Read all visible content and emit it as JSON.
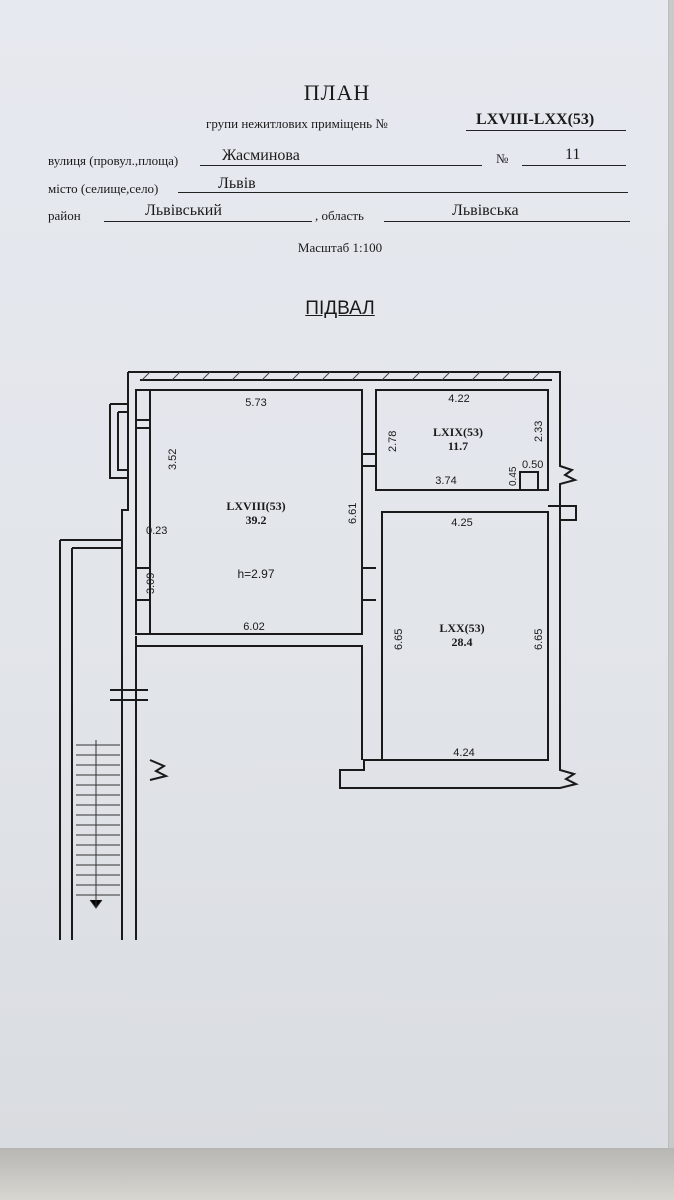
{
  "title": "ПЛАН",
  "group": {
    "label": "групи нежитлових приміщень №",
    "value": "LXVIII-LXX(53)"
  },
  "street": {
    "label": "вулиця (провул.,площа)",
    "value": "Жасминова",
    "number_label": "№",
    "number": "11"
  },
  "city": {
    "label": "місто (селище,село)",
    "value": "Львів"
  },
  "district": {
    "label": "район",
    "value": "Львівський",
    "region_label": ", область",
    "region": "Львівська"
  },
  "scale": "Масштаб 1:100",
  "floor": "ПІДВАЛ",
  "rooms": {
    "r68": {
      "name": "LXVIII(53)",
      "area": "39.2",
      "height": "h=2.97"
    },
    "r69": {
      "name": "LXIX(53)",
      "area": "11.7"
    },
    "r70": {
      "name": "LXX(53)",
      "area": "28.4"
    }
  },
  "dims": {
    "d573": "5.73",
    "d352": "3.52",
    "d023": "0.23",
    "d309": "3.09",
    "d661": "6.61",
    "d602": "6.02",
    "d422": "4.22",
    "d278": "2.78",
    "d233": "2.33",
    "d374": "3.74",
    "d045": "0.45",
    "d050": "0.50",
    "d425": "4.25",
    "d665a": "6.65",
    "d665b": "6.65",
    "d424": "4.24"
  }
}
